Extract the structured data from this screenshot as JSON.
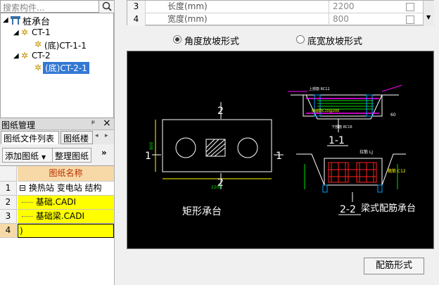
{
  "search": {
    "placeholder": "搜索构件..."
  },
  "tree": {
    "root": "桩承台",
    "nodes": [
      {
        "label": "CT-1",
        "child": "(底)CT-1-1"
      },
      {
        "label": "CT-2",
        "child": "(底)CT-2-1"
      }
    ]
  },
  "drawing_panel": {
    "title": "图纸管理",
    "pin_glyph": "ᵖ",
    "close_glyph": "×",
    "tabs": [
      "图纸文件列表",
      "图纸楼"
    ],
    "add_label": "添加图纸",
    "organize_label": "整理图纸",
    "more_glyph": "»",
    "column_header": "图纸名称",
    "rows": [
      {
        "num": "1",
        "name": "换热站 变电站 结构",
        "expander": "⊟"
      },
      {
        "num": "2",
        "name": "基础.CADI"
      },
      {
        "num": "3",
        "name": "基础梁.CADI"
      },
      {
        "num": "4",
        "name": ")"
      }
    ]
  },
  "props": {
    "rows": [
      {
        "num": "3",
        "name": "长度(mm)",
        "value": "2200"
      },
      {
        "num": "4",
        "name": "宽度(mm)",
        "value": "800"
      }
    ]
  },
  "options": {
    "angle_slope": "角度放坡形式",
    "width_slope": "底宽放坡形式",
    "selected": "angle_slope"
  },
  "drawing": {
    "label_2": "2",
    "label_1": "1",
    "dim_2200": "2200",
    "dim_800": "800",
    "section_1_1": "1-1",
    "section_2_2": "2-2",
    "caption_rect": "矩形承台",
    "caption_beam": "梁式配筋承台",
    "tag_top_rebar": "上部筋 8C12",
    "tag_side_rebar": "侧面筋C10@200",
    "tag_bottom_rebar": "下部筋 8C16",
    "tag_stirrup": "拉筋 LJ",
    "tag_hoop": "箍筋 C12",
    "tag_angle": "60"
  },
  "rebar_button": "配筋形式",
  "colors": {
    "tree_selected": "#3478d4",
    "row_highlight": "#ffff00",
    "cad_background": "#000000",
    "rebar_red": "#ff2020",
    "rebar_magenta": "#ff00ff",
    "rebar_green": "#00e000",
    "cad_white": "#ffffff"
  }
}
